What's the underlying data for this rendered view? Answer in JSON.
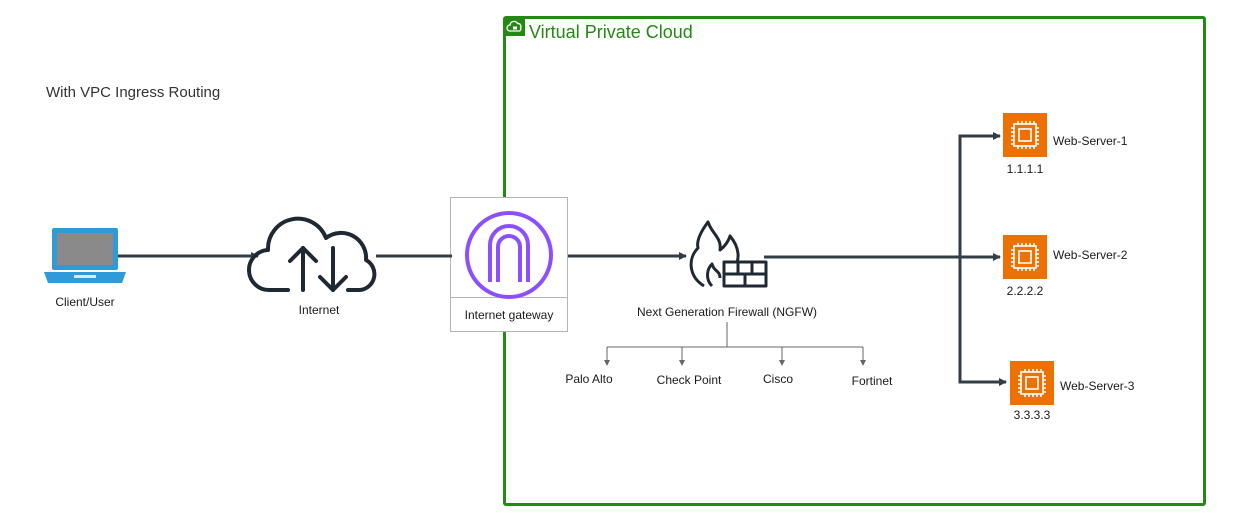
{
  "title": "With VPC Ingress Routing",
  "vpc": {
    "label": "Virtual Private Cloud",
    "color": "#248814",
    "icon": "cloud-lock-icon"
  },
  "nodes": {
    "client": {
      "label": "Client/User",
      "icon": "laptop-icon",
      "color": "#2e9ad8"
    },
    "internet": {
      "label": "Internet",
      "icon": "cloud-upload-download-icon"
    },
    "igw": {
      "label": "Internet gateway",
      "icon": "internet-gateway-icon",
      "color": "#8c4fff"
    },
    "firewall": {
      "label": "Next Generation Firewall (NGFW)",
      "icon": "firewall-icon"
    },
    "vendors": [
      "Palo Alto",
      "Check Point",
      "Cisco",
      "Fortinet"
    ],
    "servers": [
      {
        "name": "Web-Server-1",
        "ip": "1.1.1.1"
      },
      {
        "name": "Web-Server-2",
        "ip": "2.2.2.2"
      },
      {
        "name": "Web-Server-3",
        "ip": "3.3.3.3"
      }
    ]
  },
  "colors": {
    "edge": "#333d47",
    "server": "#ed7100",
    "thin_edge": "#666666"
  }
}
